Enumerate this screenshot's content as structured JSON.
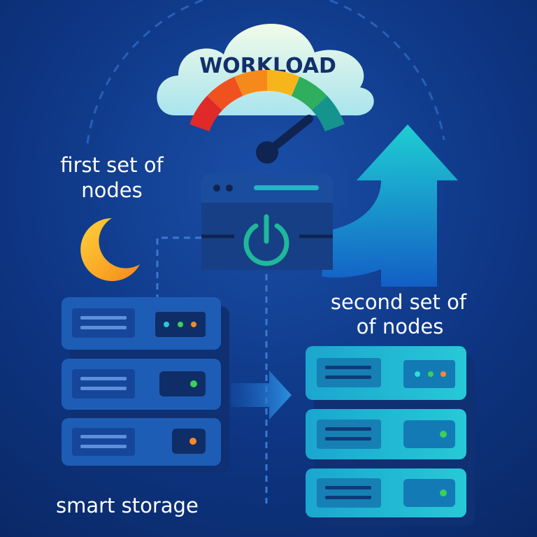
{
  "cloud": {
    "title": "WORKLOAD"
  },
  "labels": {
    "first_set": [
      "first set of",
      "nodes"
    ],
    "second_set": [
      "second set of",
      "of nodes"
    ],
    "storage": "smart storage"
  },
  "gauge": {
    "colors": [
      "#e02a2a",
      "#f0521f",
      "#f58a1a",
      "#f7b51c",
      "#2fae5e",
      "#14948c"
    ]
  },
  "icons": [
    "cloud-icon",
    "gauge-icon",
    "server-icon",
    "power-icon",
    "moon-icon",
    "up-arrow-icon",
    "right-arrow-icon",
    "server-rack-icon"
  ],
  "colors": {
    "background": "#0e3684",
    "teal": "#1fc9c9",
    "moon": "#f7a520",
    "led_green": "#3ccf5a",
    "led_orange": "#f58a2a"
  }
}
